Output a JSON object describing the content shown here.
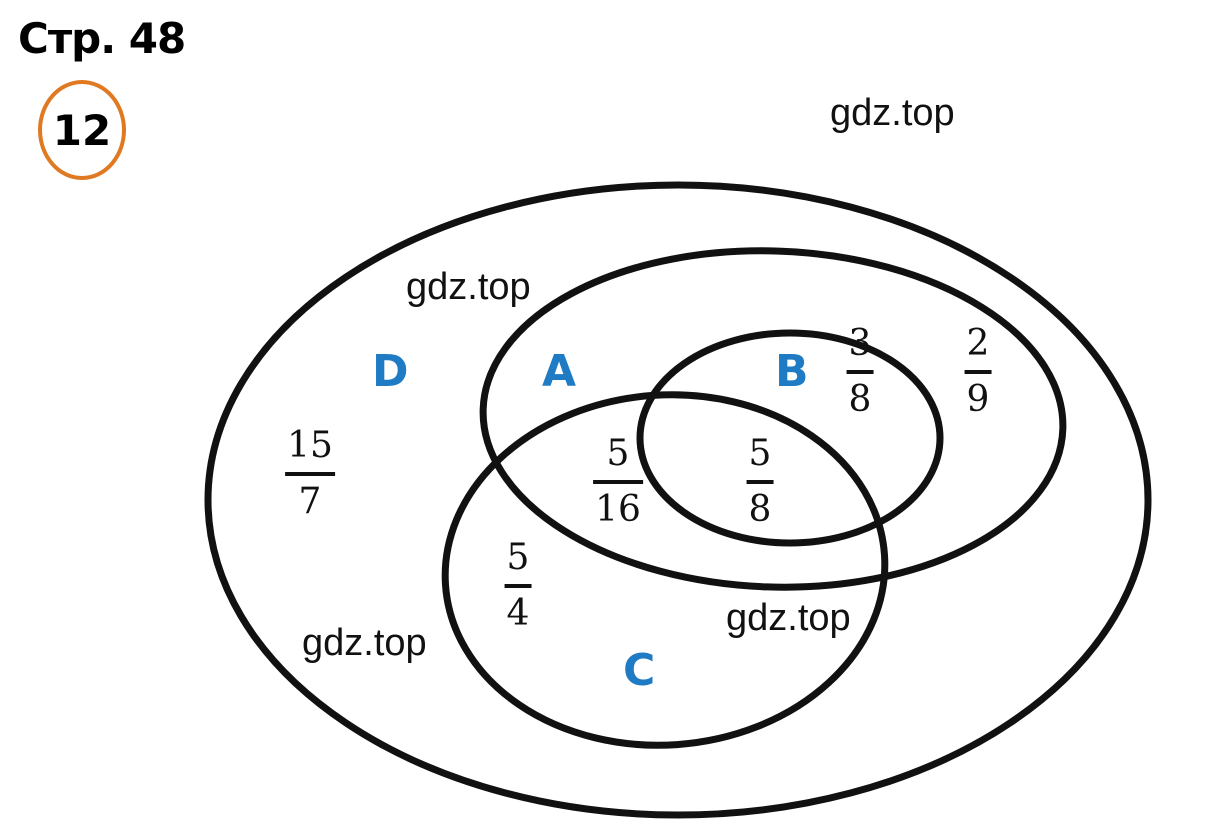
{
  "header": {
    "title": "Стр. 48",
    "task_number": "12"
  },
  "watermarks": [
    "gdz.top",
    "gdz.top",
    "gdz.top",
    "gdz.top"
  ],
  "sets": {
    "A": "A",
    "B": "B",
    "C": "C",
    "D": "D"
  },
  "fractions": {
    "d_only": {
      "num": "15",
      "den": "7"
    },
    "a_c": {
      "num": "5",
      "den": "16"
    },
    "b_c": {
      "num": "5",
      "den": "8"
    },
    "b_only": {
      "num": "3",
      "den": "8"
    },
    "a_only": {
      "num": "2",
      "den": "9"
    },
    "c_only": {
      "num": "5",
      "den": "4"
    }
  },
  "colors": {
    "set_label": "#1e7bc4",
    "badge_ring": "#e07a22",
    "lines": "#111111"
  }
}
